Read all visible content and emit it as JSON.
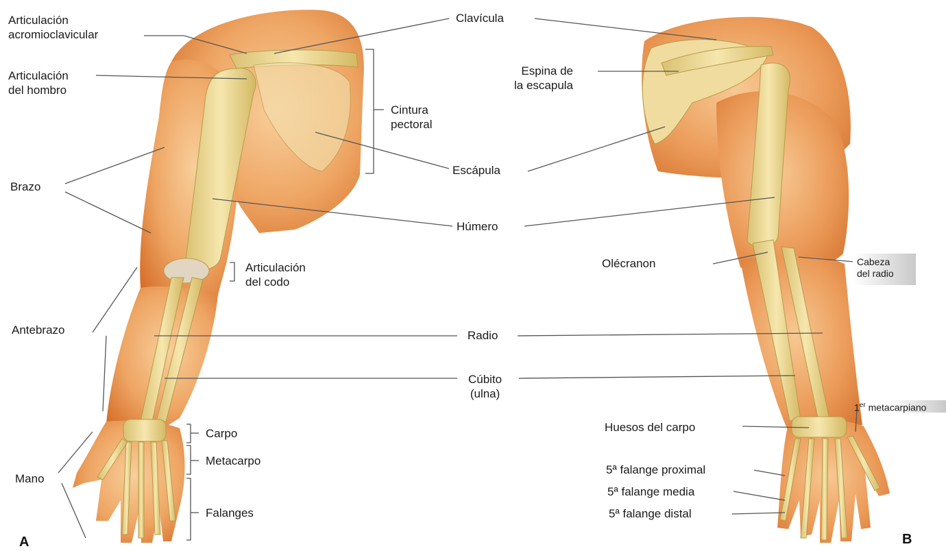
{
  "labels": {
    "articulacion_acromio": [
      "Articulación",
      "acromioclavicular"
    ],
    "articulacion_hombro": [
      "Articulación",
      "del hombro"
    ],
    "brazo": "Brazo",
    "antebrazo": "Antebrazo",
    "mano": "Mano",
    "clavicula": "Clavícula",
    "cintura_pectoral": [
      "Cintura",
      "pectoral"
    ],
    "escapula": "Escápula",
    "humero": "Húmero",
    "articulacion_codo": [
      "Articulación",
      "del codo"
    ],
    "radio": "Radio",
    "cubito": [
      "Cúbito",
      "(ulna)"
    ],
    "carpo": "Carpo",
    "metacarpo": "Metacarpo",
    "falanges": "Falanges",
    "espina_escapula": [
      "Espina de",
      "la escapula"
    ],
    "olecranon": "Olécranon",
    "cabeza_radio": [
      "Cabeza",
      "del radio"
    ],
    "metacarpiano_sup": "er",
    "metacarpiano_num": "1",
    "metacarpiano_txt": " metacarpiano",
    "huesos_carpo": "Huesos del carpo",
    "falange_proximal": "5ª falange proximal",
    "falange_media": "5ª falange media",
    "falange_distal": "5ª falange distal"
  },
  "panels": {
    "a": "A",
    "b": "B"
  },
  "colors": {
    "skin_dark": "#d9782e",
    "skin_mid": "#eda15f",
    "skin_light": "#f6c58e",
    "bone": "#f1df9c",
    "bone_shade": "#d7bf6f",
    "line": "#555555"
  }
}
